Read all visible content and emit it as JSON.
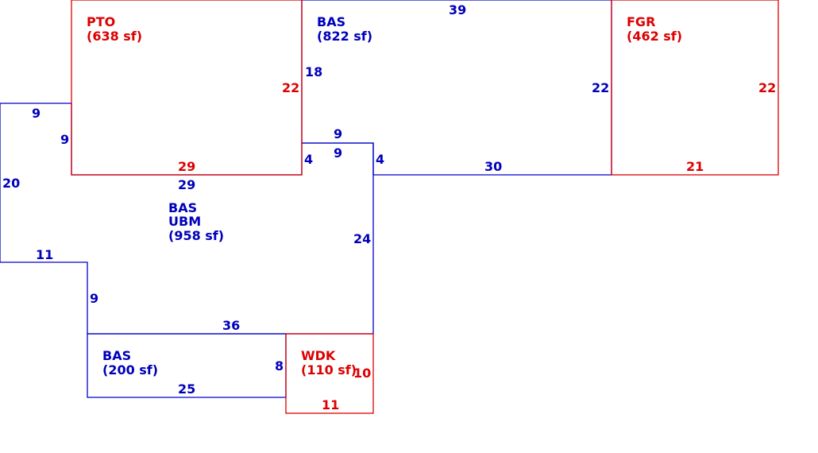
{
  "colors": {
    "blue": "#0000bb",
    "red": "#dd0000",
    "background": "#ffffff"
  },
  "areas": {
    "pto": {
      "name": "PTO",
      "size": "(638 sf)"
    },
    "bas_top": {
      "name": "BAS",
      "size": "(822 sf)"
    },
    "fgr": {
      "name": "FGR",
      "size": "(462 sf)"
    },
    "bas_main": {
      "name": "BAS",
      "name2": "UBM",
      "size": "(958 sf)"
    },
    "bas_small": {
      "name": "BAS",
      "size": "(200 sf)"
    },
    "wdk": {
      "name": "WDK",
      "size": "(110 sf)"
    }
  },
  "dimensions": {
    "pto_right": "22",
    "pto_bottom": "29",
    "bas_top_top": "39",
    "bas_top_left": "18",
    "bas_top_right": "22",
    "bas_top_bottom": "30",
    "bas_top_notch_left": "4",
    "bas_top_notch_right": "4",
    "bas_top_notch_top": "9",
    "fgr_right": "22",
    "fgr_bottom": "21",
    "main_top_left": "9",
    "main_left_upper": "9",
    "main_left": "20",
    "main_step": "11",
    "main_left_lower": "9",
    "main_below_pto": "29",
    "main_notch_top": "9",
    "main_right": "24",
    "main_bottom": "36",
    "bas_small_right": "8",
    "bas_small_bottom": "25",
    "wdk_right": "10",
    "wdk_bottom": "11"
  }
}
